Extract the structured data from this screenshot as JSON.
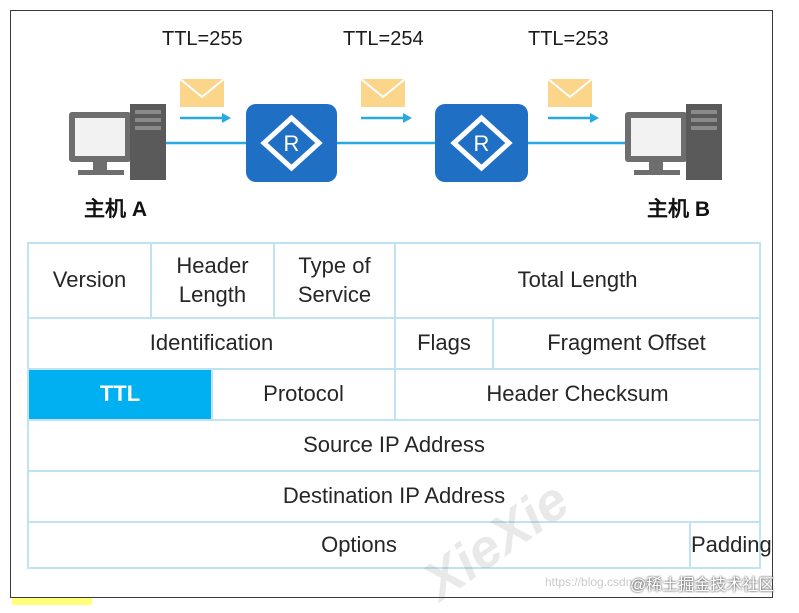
{
  "diagram": {
    "ttl_hops": [
      "TTL=255",
      "TTL=254",
      "TTL=253"
    ],
    "host_a": "主机 A",
    "host_b": "主机 B",
    "router_letter": "R"
  },
  "header_table": {
    "row1": {
      "version": "Version",
      "header_length": "Header\nLength",
      "type_of_service": "Type of\nService",
      "total_length": "Total Length"
    },
    "row2": {
      "identification": "Identification",
      "flags": "Flags",
      "fragment_offset": "Fragment Offset"
    },
    "row3": {
      "ttl": "TTL",
      "protocol": "Protocol",
      "header_checksum": "Header Checksum"
    },
    "row4": {
      "source_ip": "Source IP Address"
    },
    "row5": {
      "destination_ip": "Destination IP Address"
    },
    "row6": {
      "options": "Options",
      "padding": "Padding"
    }
  },
  "overlay": {
    "watermark": "XieXie",
    "credit": "@稀土掘金技术社区",
    "faint_url": "https://blog.csdn.net"
  },
  "colors": {
    "highlight": "#00b0f0",
    "router_fill": "#1f6fc4",
    "envelope": "#fbd58a",
    "link": "#29a9e0",
    "cell_border": "#bfe3f3"
  }
}
